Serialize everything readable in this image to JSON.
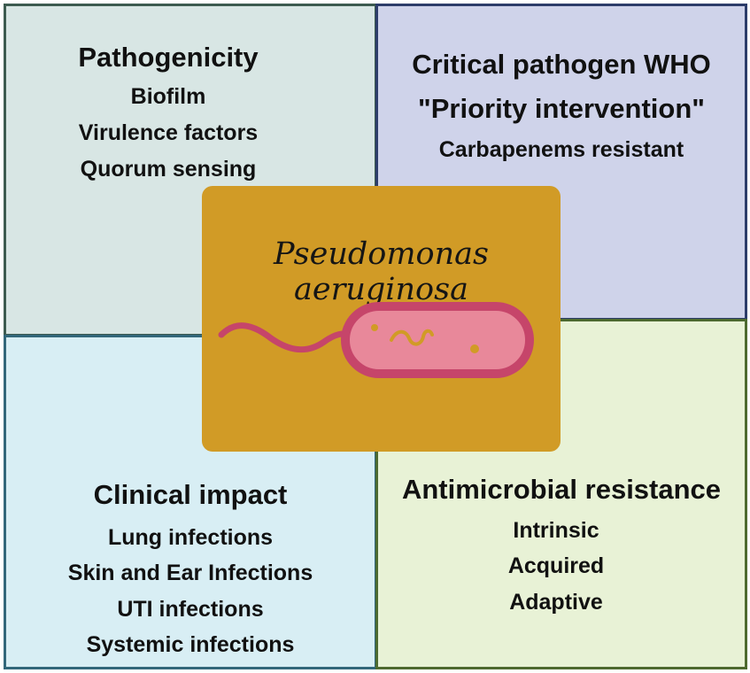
{
  "quadrants": {
    "pathogenicity": {
      "title": "Pathogenicity",
      "items": [
        "Biofilm",
        "Virulence factors",
        "Quorum sensing"
      ]
    },
    "who": {
      "title_line1": "Critical pathogen WHO",
      "title_line2": "\"Priority intervention\"",
      "items": [
        "Carbapenems resistant"
      ]
    },
    "clinical": {
      "title": "Clinical impact",
      "items": [
        "Lung infections",
        "Skin and Ear Infections",
        "UTI infections",
        "Systemic infections"
      ]
    },
    "amr": {
      "title": "Antimicrobial resistance",
      "items": [
        "Intrinsic",
        "Acquired",
        "Adaptive"
      ]
    }
  },
  "center": {
    "species": "Pseudomonas aeruginosa",
    "icon": "bacterium-icon"
  },
  "colors": {
    "pathogenicity_bg": "#d8e6e4",
    "who_bg": "#cfd3ea",
    "clinical_bg": "#d8eef4",
    "amr_bg": "#e8f2d6",
    "center_bg": "#d19b26",
    "bacterium_body": "#e8889a",
    "bacterium_outline": "#c6456a"
  }
}
